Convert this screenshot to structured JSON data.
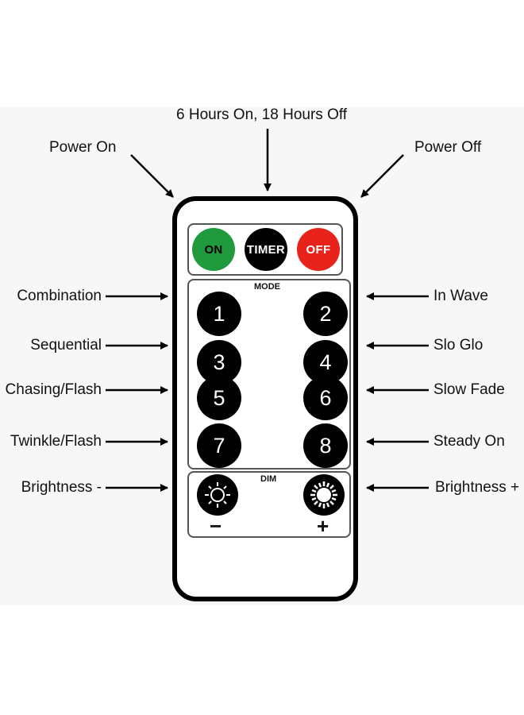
{
  "labels": {
    "timer": "6 Hours On, 18 Hours Off",
    "power_on": "Power On",
    "power_off": "Power Off",
    "m1": "Combination",
    "m2": "In Wave",
    "m3": "Sequential",
    "m4": "Slo Glo",
    "m5": "Chasing/Flash",
    "m6": "Slow Fade",
    "m7": "Twinkle/Flash",
    "m8": "Steady On",
    "dim_minus": "Brightness -",
    "dim_plus": "Brightness +"
  },
  "remote": {
    "on": "ON",
    "timer": "TIMER",
    "off": "OFF",
    "mode_title": "MODE",
    "dim_title": "DIM",
    "minus": "−",
    "plus": "+",
    "buttons": [
      "1",
      "2",
      "3",
      "4",
      "5",
      "6",
      "7",
      "8"
    ]
  },
  "colors": {
    "on": "#1f9a3c",
    "off": "#e8231c",
    "button": "#000000"
  },
  "icons": {
    "dim_minus": "sun-outline-icon",
    "dim_plus": "sun-filled-icon"
  }
}
